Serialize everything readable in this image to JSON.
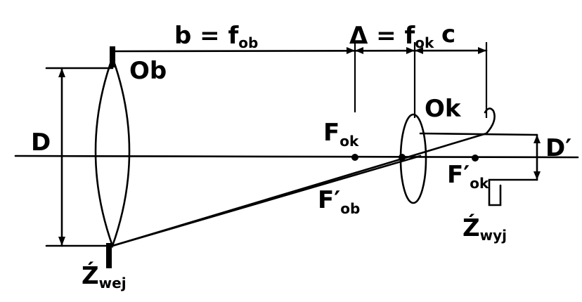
{
  "labels": {
    "b_main": "b = f",
    "b_sub": "ob",
    "delta_main": "Δ = f",
    "delta_sub": "ok",
    "c": "c",
    "ob": "Ob",
    "ok": "Ok",
    "d": "D",
    "d_prime": "D′",
    "f_ok_main": "F",
    "f_ok_sub": "ok",
    "f_ob_prime_main": "F′",
    "f_ob_prime_sub": "ob",
    "f_ok_prime_main": "F′",
    "f_ok_prime_sub": "ok",
    "z_wej_main": "Ź",
    "z_wej_sub": "wej",
    "z_wyj_main": "Ź",
    "z_wyj_sub": "wyj"
  }
}
